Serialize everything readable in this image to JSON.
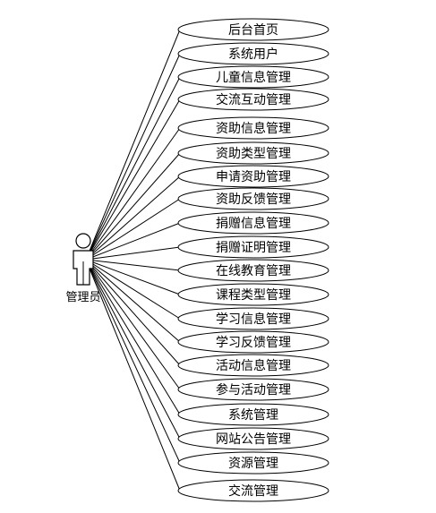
{
  "actor": {
    "label": "管理员",
    "icon": "person-icon"
  },
  "use_cases": [
    "后台首页",
    "系统用户",
    "儿童信息管理",
    "交流互动管理",
    "资助信息管理",
    "资助类型管理",
    "申请资助管理",
    "资助反馈管理",
    "捐赠信息管理",
    "捐赠证明管理",
    "在线教育管理",
    "课程类型管理",
    "学习信息管理",
    "学习反馈管理",
    "活动信息管理",
    "参与活动管理",
    "系统管理",
    "网站公告管理",
    "资源管理",
    "交流管理"
  ]
}
